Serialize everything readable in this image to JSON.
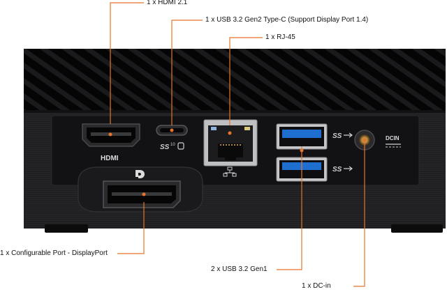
{
  "callouts": {
    "hdmi": "1 x HDMI 2.1",
    "usb_c": "1 x USB 3.2 Gen2 Type-C (Support Display Port 1.4)",
    "rj45": "1 x RJ-45",
    "displayport": "1 x Configurable Port - DisplayPort",
    "usb_a": "2 x USB 3.2 Gen1",
    "dc_in": "1 x DC-in"
  },
  "device_labels": {
    "hdmi": "HDMI",
    "dcin": "DCIN"
  },
  "colors": {
    "accent_line": "#e8742a",
    "chassis": "#1d1d1f",
    "usb_blue": "#1f6fd1",
    "background": "#ffffff"
  },
  "icons": [
    "usb-superspeed-icon",
    "usb-superspeed-displayport-icon",
    "network-icon",
    "displayport-icon",
    "dc-power-icon"
  ]
}
